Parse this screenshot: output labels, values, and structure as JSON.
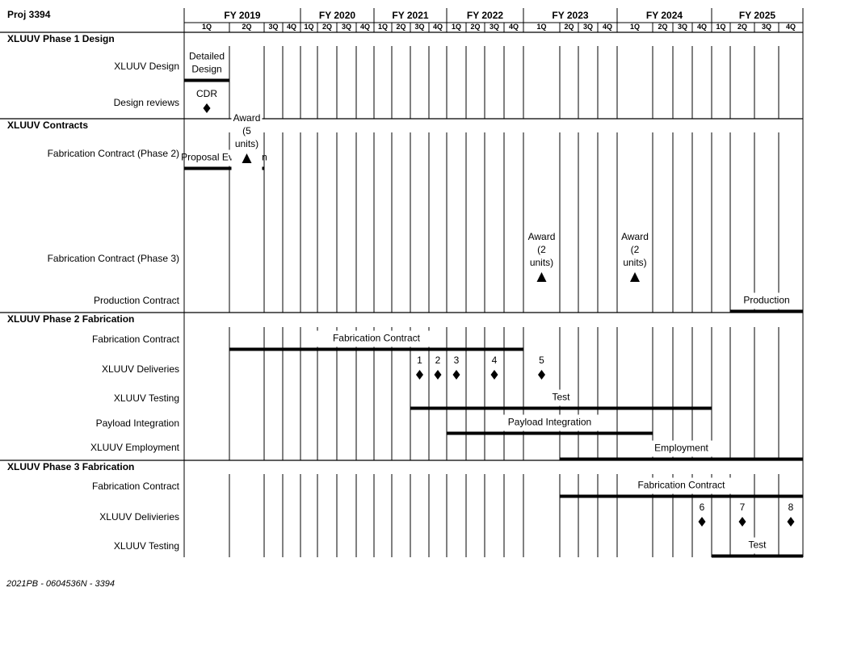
{
  "project_label": "Proj 3394",
  "footer": "2021PB - 0604536N - 3394",
  "fiscal_years": [
    "FY 2019",
    "FY 2020",
    "FY 2021",
    "FY 2022",
    "FY 2023",
    "FY 2024",
    "FY 2025"
  ],
  "quarter_labels": [
    "1Q",
    "2Q",
    "3Q",
    "4Q",
    "1Q",
    "2Q",
    "3Q",
    "4Q",
    "1Q",
    "2Q",
    "3Q",
    "4Q",
    "1Q",
    "2Q",
    "3Q",
    "4Q",
    "1Q",
    "2Q",
    "3Q",
    "4Q",
    "1Q",
    "2Q",
    "3Q",
    "4Q",
    "1Q",
    "2Q",
    "3Q",
    "4Q"
  ],
  "sections": [
    {
      "title": "XLUUV Phase 1 Design",
      "rows": [
        {
          "label": "XLUUV Design",
          "items": [
            {
              "type": "bar",
              "start": "FY 2019 1Q",
              "end": "FY 2019 1Q",
              "label": "Detailed Design"
            }
          ]
        },
        {
          "label": "Design reviews",
          "items": [
            {
              "type": "diamond",
              "at": "FY 2019 1Q",
              "label": "CDR"
            }
          ]
        }
      ]
    },
    {
      "title": "XLUUV Contracts",
      "rows": [
        {
          "label": "Fabrication Contract (Phase 2)",
          "items": [
            {
              "type": "bar",
              "start": "FY 2019 1Q",
              "end": "FY 2019 2Q",
              "label": "Proposal Evaluation"
            },
            {
              "type": "triangle",
              "at": "FY 2019 2Q",
              "label": "Award (5 units)"
            }
          ]
        },
        {
          "label": "Fabrication Contract (Phase 3)",
          "items": [
            {
              "type": "triangle",
              "at": "FY 2023 1Q",
              "label": "Award (2 units)"
            },
            {
              "type": "triangle",
              "at": "FY 2024 1Q",
              "label": "Award (2 units)"
            }
          ]
        },
        {
          "label": "Production Contract",
          "items": [
            {
              "type": "bar",
              "start": "FY 2025 2Q",
              "end": "FY 2025 4Q",
              "label": "Production"
            }
          ]
        }
      ]
    },
    {
      "title": "XLUUV Phase 2 Fabrication",
      "rows": [
        {
          "label": "Fabrication Contract",
          "items": [
            {
              "type": "bar",
              "start": "FY 2019 2Q",
              "end": "FY 2022 4Q",
              "label": "Fabrication Contract"
            }
          ]
        },
        {
          "label": "XLUUV Deliveries",
          "items": [
            {
              "type": "diamond",
              "at": "FY 2021 3Q",
              "label": "1"
            },
            {
              "type": "diamond",
              "at": "FY 2021 4Q",
              "label": "2"
            },
            {
              "type": "diamond",
              "at": "FY 2022 1Q",
              "label": "3"
            },
            {
              "type": "diamond",
              "at": "FY 2022 3Q",
              "label": "4"
            },
            {
              "type": "diamond",
              "at": "FY 2023 1Q",
              "label": "5"
            }
          ]
        },
        {
          "label": "XLUUV Testing",
          "items": [
            {
              "type": "bar",
              "start": "FY 2021 3Q",
              "end": "FY 2024 4Q",
              "label": "Test"
            }
          ]
        },
        {
          "label": "Payload Integration",
          "items": [
            {
              "type": "bar",
              "start": "FY 2022 1Q",
              "end": "FY 2024 1Q",
              "label": "Payload Integration"
            }
          ]
        },
        {
          "label": "XLUUV Employment",
          "items": [
            {
              "type": "bar",
              "start": "FY 2023 2Q",
              "end": "FY 2025 4Q",
              "label": "Employment"
            }
          ]
        }
      ]
    },
    {
      "title": "XLUUV Phase 3 Fabrication",
      "rows": [
        {
          "label": "Fabrication Contract",
          "items": [
            {
              "type": "bar",
              "start": "FY 2023 2Q",
              "end": "FY 2025 4Q",
              "label": "Fabrication Contract"
            }
          ]
        },
        {
          "label": "XLUUV Delivieries",
          "items": [
            {
              "type": "diamond",
              "at": "FY 2024 4Q",
              "label": "6"
            },
            {
              "type": "diamond",
              "at": "FY 2025 2Q",
              "label": "7"
            },
            {
              "type": "diamond",
              "at": "FY 2025 4Q",
              "label": "8"
            }
          ]
        },
        {
          "label": "XLUUV Testing",
          "items": [
            {
              "type": "bar",
              "start": "FY 2025 1Q",
              "end": "FY 2025 4Q",
              "label": "Test"
            }
          ]
        }
      ]
    }
  ]
}
